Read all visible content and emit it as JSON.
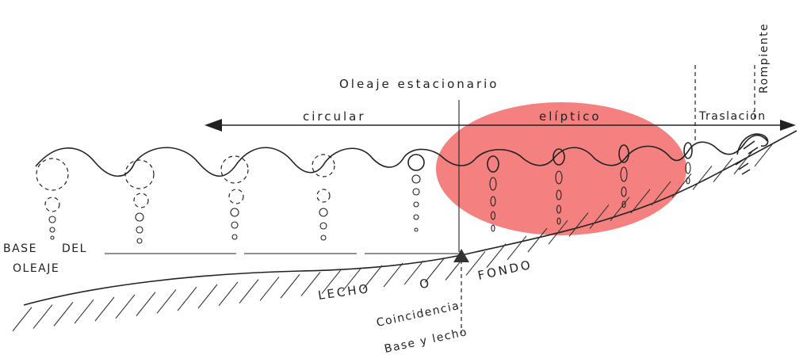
{
  "title": "Oleaje estacionario",
  "zones": {
    "circular": "circular",
    "eliptico": "elíptico",
    "traslacion": "Traslación",
    "rompiente": "Rompiente"
  },
  "labels": {
    "base_line1": "BASE",
    "base_line2": "DEL",
    "base_line3": "OLEAJE",
    "lecho": "LECHO",
    "o": "O",
    "fondo": "FONDO",
    "coincidencia": "Coincidencia",
    "base_y_lecho": "Base y lecho"
  },
  "highlight": {
    "color": "#f26a6a",
    "opacity": 0.85
  }
}
